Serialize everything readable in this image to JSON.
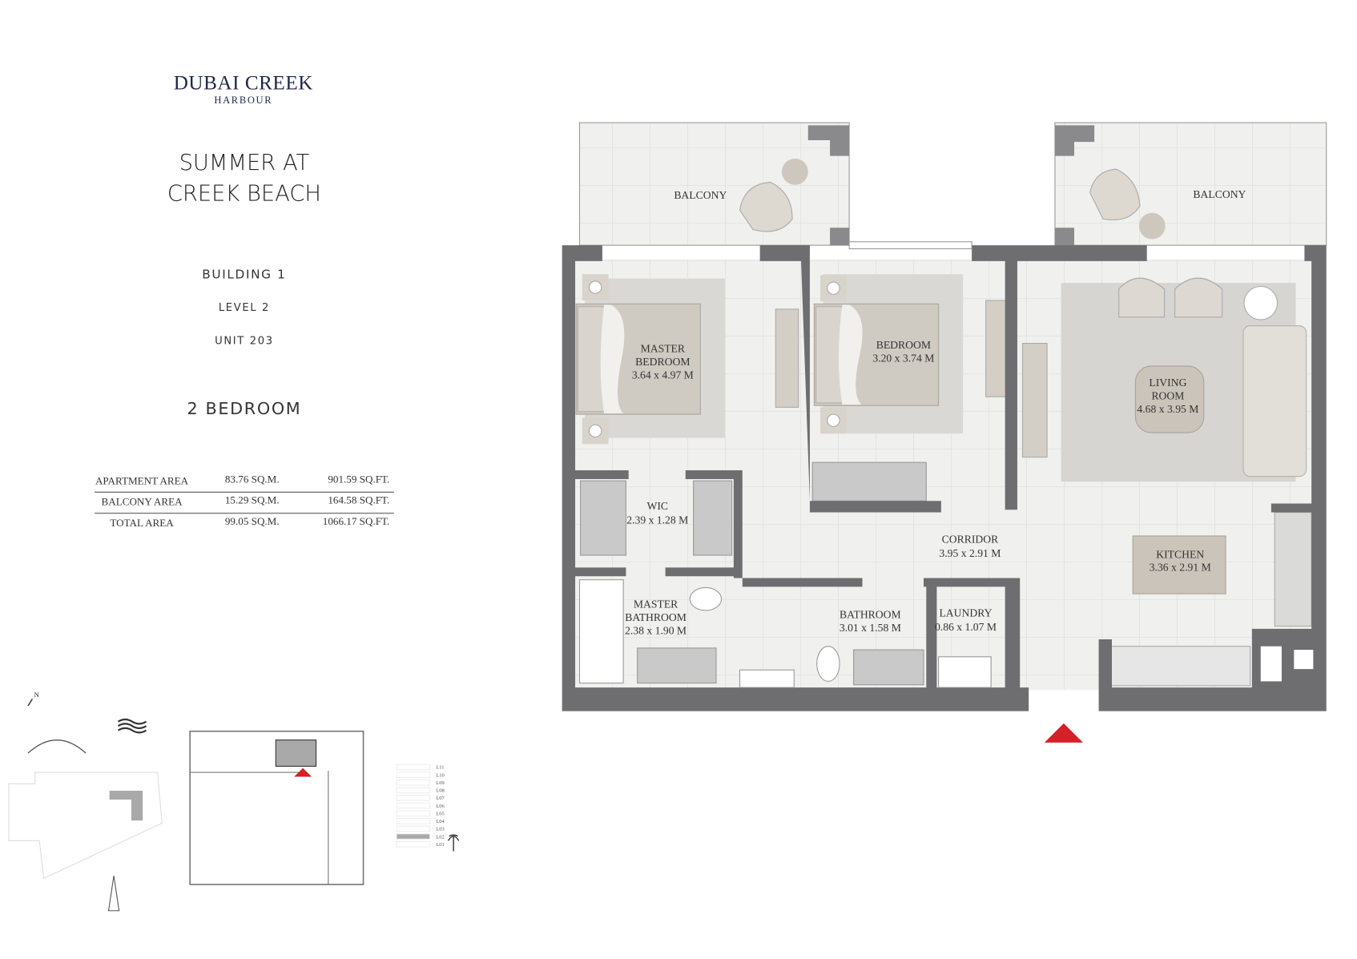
{
  "brand": {
    "line1": "DUBAI CREEK",
    "line2": "HARBOUR"
  },
  "project": {
    "line1": "SUMMER AT",
    "line2": "CREEK BEACH"
  },
  "building": "BUILDING 1",
  "level": "LEVEL 2",
  "unit": "UNIT 203",
  "unit_type": "2 BEDROOM",
  "areas": [
    {
      "label": "APARTMENT AREA",
      "sqm": "83.76 SQ.M.",
      "sqft": "901.59 SQ.FT."
    },
    {
      "label": "BALCONY AREA",
      "sqm": "15.29 SQ.M.",
      "sqft": "164.58 SQ.FT."
    },
    {
      "label": "TOTAL AREA",
      "sqm": "99.05 SQ.M.",
      "sqft": "1066.17 SQ.FT."
    }
  ],
  "rooms": [
    {
      "lines": [
        "BALCONY"
      ]
    },
    {
      "lines": [
        "BALCONY"
      ]
    },
    {
      "lines": [
        "MASTER",
        "BEDROOM",
        "3.64 x 4.97 M"
      ]
    },
    {
      "lines": [
        "BEDROOM",
        "3.20 x 3.74 M"
      ]
    },
    {
      "lines": [
        "LIVING",
        "ROOM",
        "4.68 x 3.95 M"
      ]
    },
    {
      "lines": [
        "WIC",
        "2.39 x 1.28 M"
      ]
    },
    {
      "lines": [
        "CORRIDOR",
        "3.95 x 2.91 M"
      ]
    },
    {
      "lines": [
        "KITCHEN",
        "3.36 x 2.91 M"
      ]
    },
    {
      "lines": [
        "MASTER",
        "BATHROOM",
        "2.38 x 1.90 M"
      ]
    },
    {
      "lines": [
        "BATHROOM",
        "3.01 x 1.58 M"
      ]
    },
    {
      "lines": [
        "LAUNDRY",
        "0.86 x 1.07 M"
      ]
    }
  ],
  "key_plan": {
    "north": "N",
    "levels": [
      "L11",
      "L10",
      "L09",
      "L08",
      "L07",
      "L06",
      "L05",
      "L04",
      "L03",
      "L02",
      "L01"
    ],
    "highlighted_level": "L02"
  },
  "icons": [
    "north-arrow-icon",
    "bridge-icon",
    "water-waves-icon",
    "tower-icon",
    "palm-tree-icon",
    "entrance-arrow-icon"
  ],
  "colors": {
    "brand": "#1d2747",
    "wall": "#6e6e70",
    "entrance_marker": "#d42027",
    "highlight": "#a9a9a9"
  }
}
